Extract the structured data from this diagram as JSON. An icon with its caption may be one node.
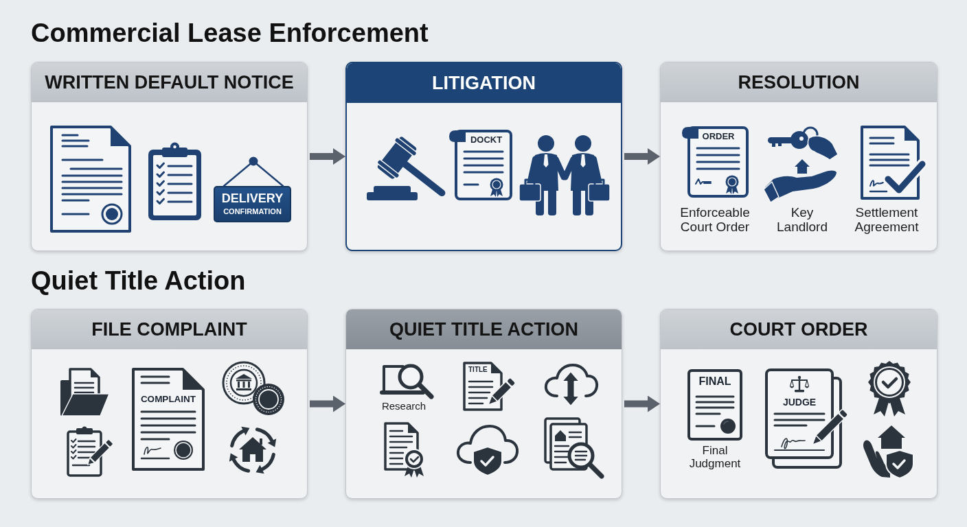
{
  "diagram": {
    "nodes": [
      {
        "text": [
          "WRITTEN DEFAULT NOTICE"
        ]
      },
      {
        "text": [
          "DELIVERY",
          "CONFIRMATION"
        ],
        "in": 0
      },
      {
        "text": [
          "LITIGATION"
        ]
      },
      {
        "text": [
          "DOCKT"
        ],
        "in": 2
      },
      {
        "text": [
          "RESOLUTION",
          "Key Landlord",
          "Settlement Agreement"
        ]
      },
      {
        "text": [
          "ORDER"
        ],
        "in": 4,
        "beside": [
          "Enforceable Court Order"
        ]
      },
      {
        "text": [
          "FILE COMPLAINT"
        ]
      },
      {
        "text": [
          "COMPLAINT"
        ],
        "in": 6
      },
      {
        "text": [
          "QUIET TITLE ACTION",
          "Research"
        ]
      },
      {
        "text": [
          "TITLE"
        ],
        "in": 8
      },
      {
        "text": [
          "COURT ORDER"
        ]
      },
      {
        "text": [
          "FINAL"
        ],
        "in": 10,
        "beside": [
          "Final Judgment"
        ]
      },
      {
        "text": [
          "JUDGE"
        ],
        "in": 10
      }
    ],
    "edges": [
      {
        "from": 0,
        "to": 2,
        "arrow": "to"
      },
      {
        "from": 2,
        "to": 4,
        "arrow": "to"
      },
      {
        "from": 6,
        "to": 8,
        "arrow": "to"
      },
      {
        "from": 8,
        "to": 10,
        "arrow": "to"
      }
    ],
    "labels": [
      "Commercial Lease Enforcement",
      "Quiet Title Action"
    ]
  }
}
